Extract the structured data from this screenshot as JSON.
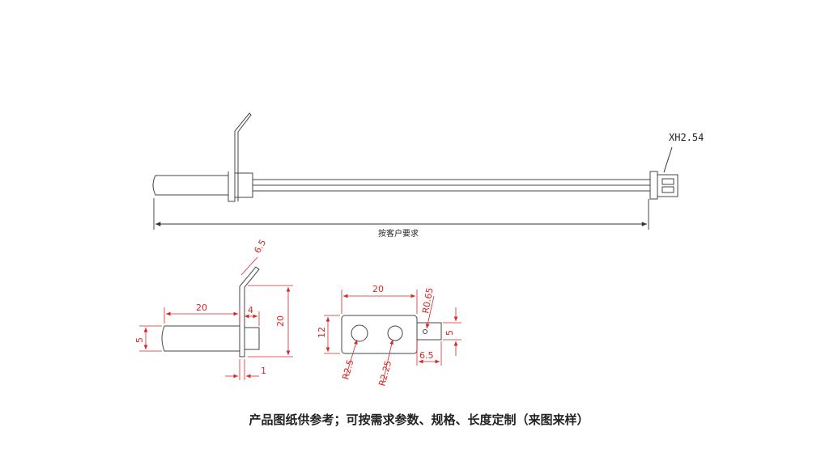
{
  "connector_label": "XH2.54",
  "length_label": "按客户要求",
  "caption": "产品图纸供参考；可按需求参数、规格、长度定制（来图来样）",
  "side_view": {
    "bend_dim": "6.5",
    "length_dim": "20",
    "gap_dim": "4",
    "height_dim": "20",
    "dia_dim": "5",
    "thickness_dim": "1"
  },
  "plate_view": {
    "width_dim": "20",
    "height_dim": "12",
    "small_hole_dim": "R0.65",
    "tab_width_dim": "5",
    "tab_length_dim": "6.5",
    "hole1_dim": "R2.5",
    "hole2_dim": "R2.25"
  },
  "colors": {
    "dimension": "#d92525",
    "outline": "#444444"
  }
}
